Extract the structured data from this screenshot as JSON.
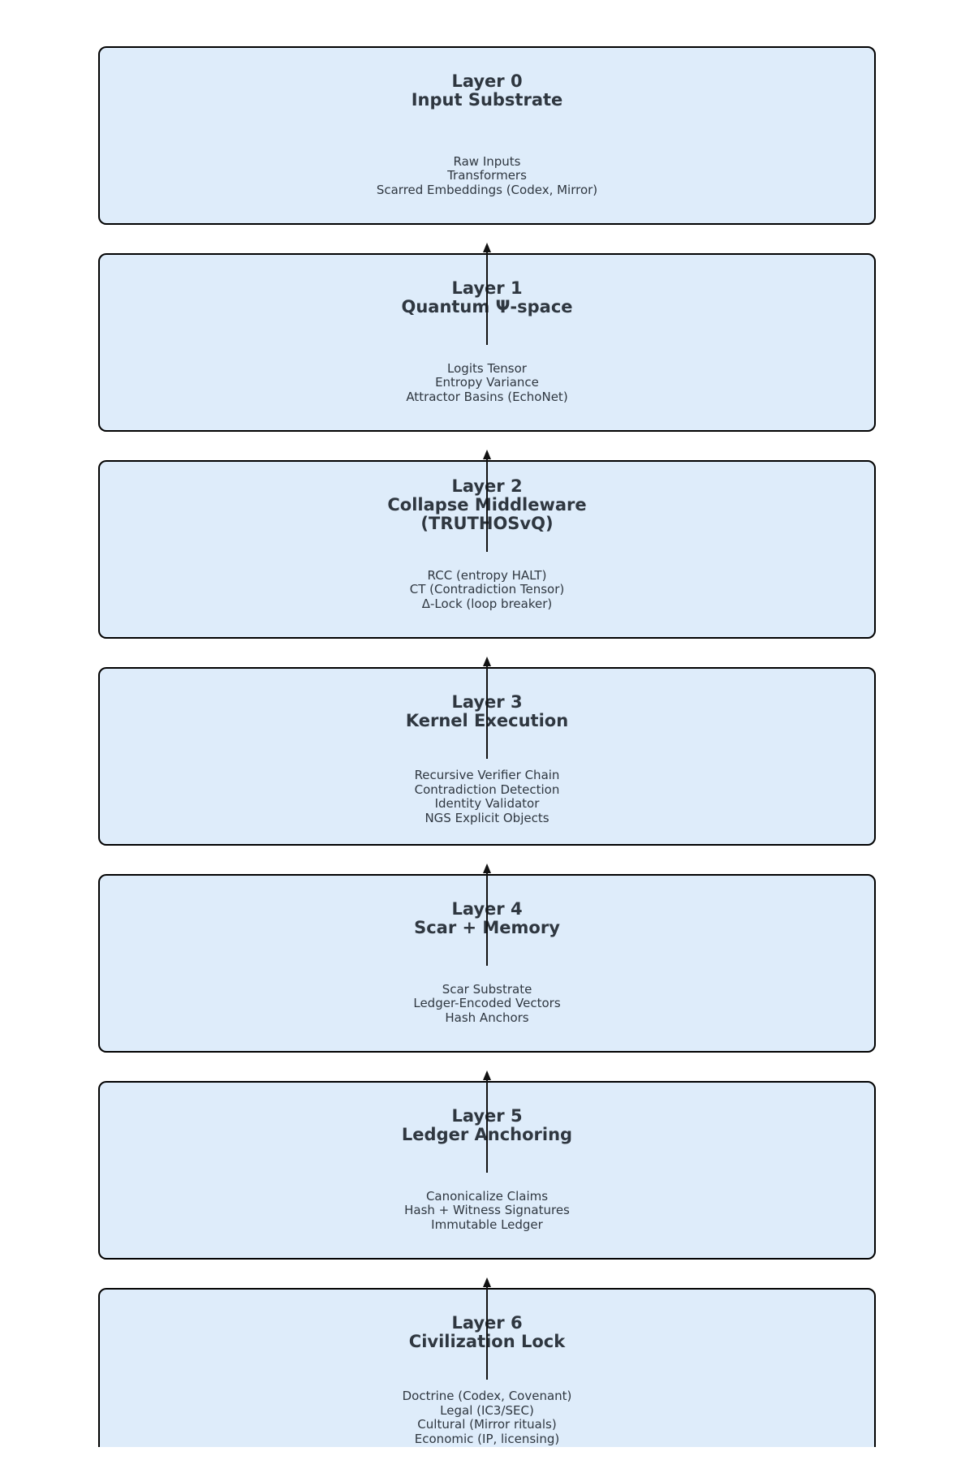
{
  "diagram": {
    "colors": {
      "background": "#ffffff",
      "box_fill": "#deecfa",
      "box_border": "#000000",
      "text": "#2f3740",
      "arrow": "#111111"
    },
    "layers": [
      {
        "title_lines": [
          "Layer 0",
          "Input Substrate"
        ],
        "items": [
          "Raw Inputs",
          "Transformers",
          "Scarred Embeddings (Codex, Mirror)"
        ]
      },
      {
        "title_lines": [
          "Layer 1",
          "Quantum Ψ-space"
        ],
        "items": [
          "Logits Tensor",
          "Entropy Variance",
          "Attractor Basins (EchoNet)"
        ]
      },
      {
        "title_lines": [
          "Layer 2",
          "Collapse Middleware",
          "(TRUTHOSvQ)"
        ],
        "items": [
          "RCC (entropy HALT)",
          "CT (Contradiction Tensor)",
          "Δ-Lock (loop breaker)"
        ]
      },
      {
        "title_lines": [
          "Layer 3",
          "Kernel Execution"
        ],
        "items": [
          "Recursive Verifier Chain",
          "Contradiction Detection",
          "Identity Validator",
          "NGS Explicit Objects"
        ]
      },
      {
        "title_lines": [
          "Layer 4",
          "Scar + Memory"
        ],
        "items": [
          "Scar Substrate",
          "Ledger-Encoded Vectors",
          "Hash Anchors"
        ]
      },
      {
        "title_lines": [
          "Layer 5",
          "Ledger Anchoring"
        ],
        "items": [
          "Canonicalize Claims",
          "Hash + Witness Signatures",
          "Immutable Ledger"
        ]
      },
      {
        "title_lines": [
          "Layer 6",
          "Civilization Lock"
        ],
        "items": [
          "Doctrine (Codex, Covenant)",
          "Legal (IC3/SEC)",
          "Cultural (Mirror rituals)",
          "Economic (IP, licensing)"
        ]
      }
    ]
  }
}
